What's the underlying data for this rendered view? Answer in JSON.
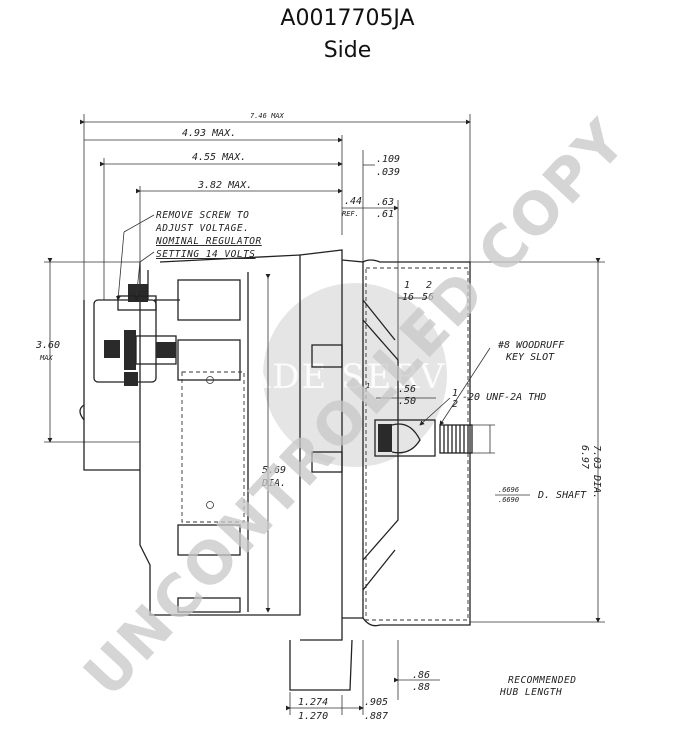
{
  "title": {
    "line1": "A0017705JA",
    "line2": "Side"
  },
  "dimensions": {
    "overall_max": "7.46 MAX",
    "d_493": "4.93 MAX.",
    "d_455": "4.55 MAX.",
    "d_382": "3.82 MAX.",
    "d_109": ".109",
    "d_039": ".039",
    "d_44": ".44",
    "ref": "REF.",
    "d_63": ".63",
    "d_61": ".61",
    "d_360": "3.60",
    "max": "MAX",
    "frac_num": "1",
    "frac_den": "16",
    "frac_2": "2",
    "frac_56": "56",
    "d_56": ".56",
    "d_50": ".50",
    "frac_half_num": "1",
    "frac_half_den": "2",
    "thread": "-20 UNF-2A THD",
    "woodruff_1": "#8 WOODRUFF",
    "woodruff_2": "KEY SLOT",
    "dia_703": "7.03 DIA.",
    "dia_697": "6.97",
    "d_mm": ".6696",
    "d_6690": ".6690",
    "shaft": "D. SHAFT",
    "d_669": "5.69",
    "dia": "DIA.",
    "d_86": ".86",
    "d_88": ".88",
    "rec_1": "RECOMMENDED",
    "rec_2": "HUB LENGTH",
    "d_1274": "1.274",
    "d_1270": "1.270",
    "d_905": ".905",
    "d_887": ".887"
  },
  "notes": {
    "remove_1": "REMOVE SCREW TO",
    "remove_2": "ADJUST VOLTAGE.",
    "nominal_1": "NOMINAL REGULATOR",
    "nominal_2": "SETTING 14 VOLTS"
  },
  "watermark": {
    "diagonal": "UNCONTROLLED COPY",
    "center": "TRADE SERVICE"
  }
}
